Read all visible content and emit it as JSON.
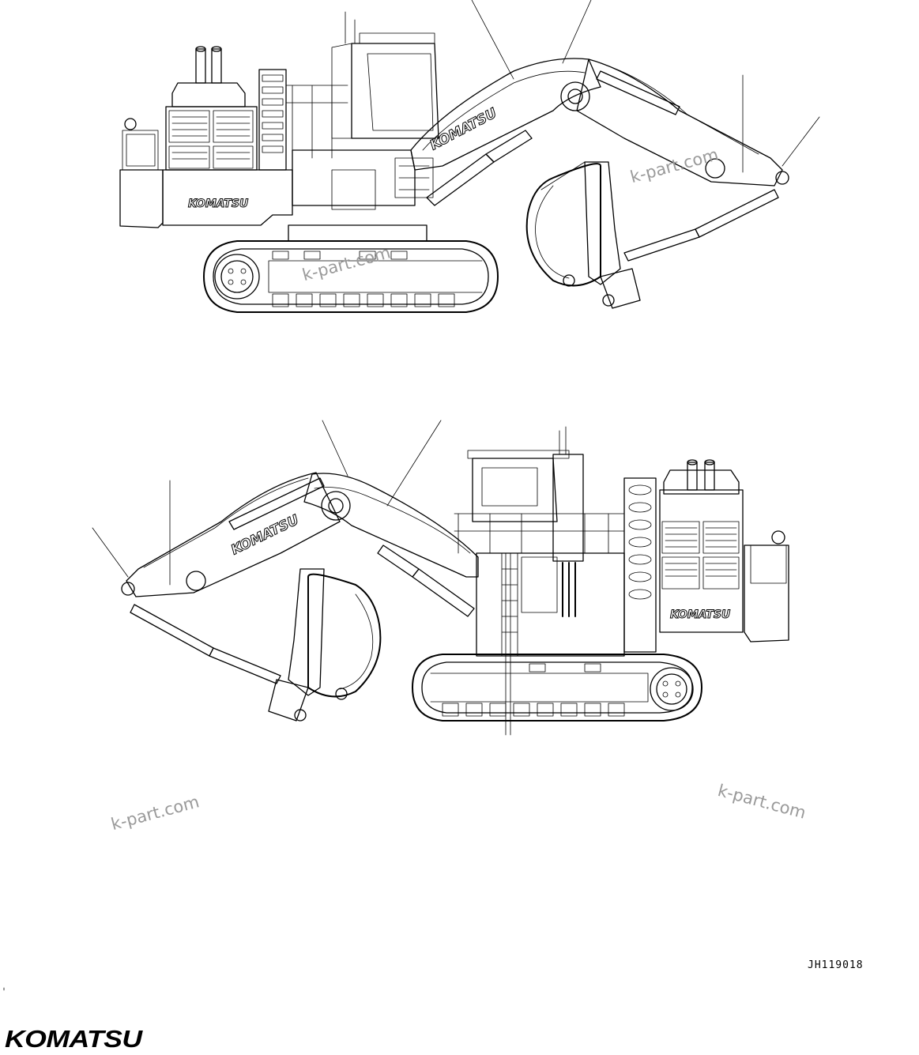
{
  "diagram": {
    "drawing_code": "JH119018",
    "decal_brand": "KOMATSU",
    "watermark": "k-part.com"
  },
  "footer": {
    "logo_text": "KOMATSU"
  }
}
